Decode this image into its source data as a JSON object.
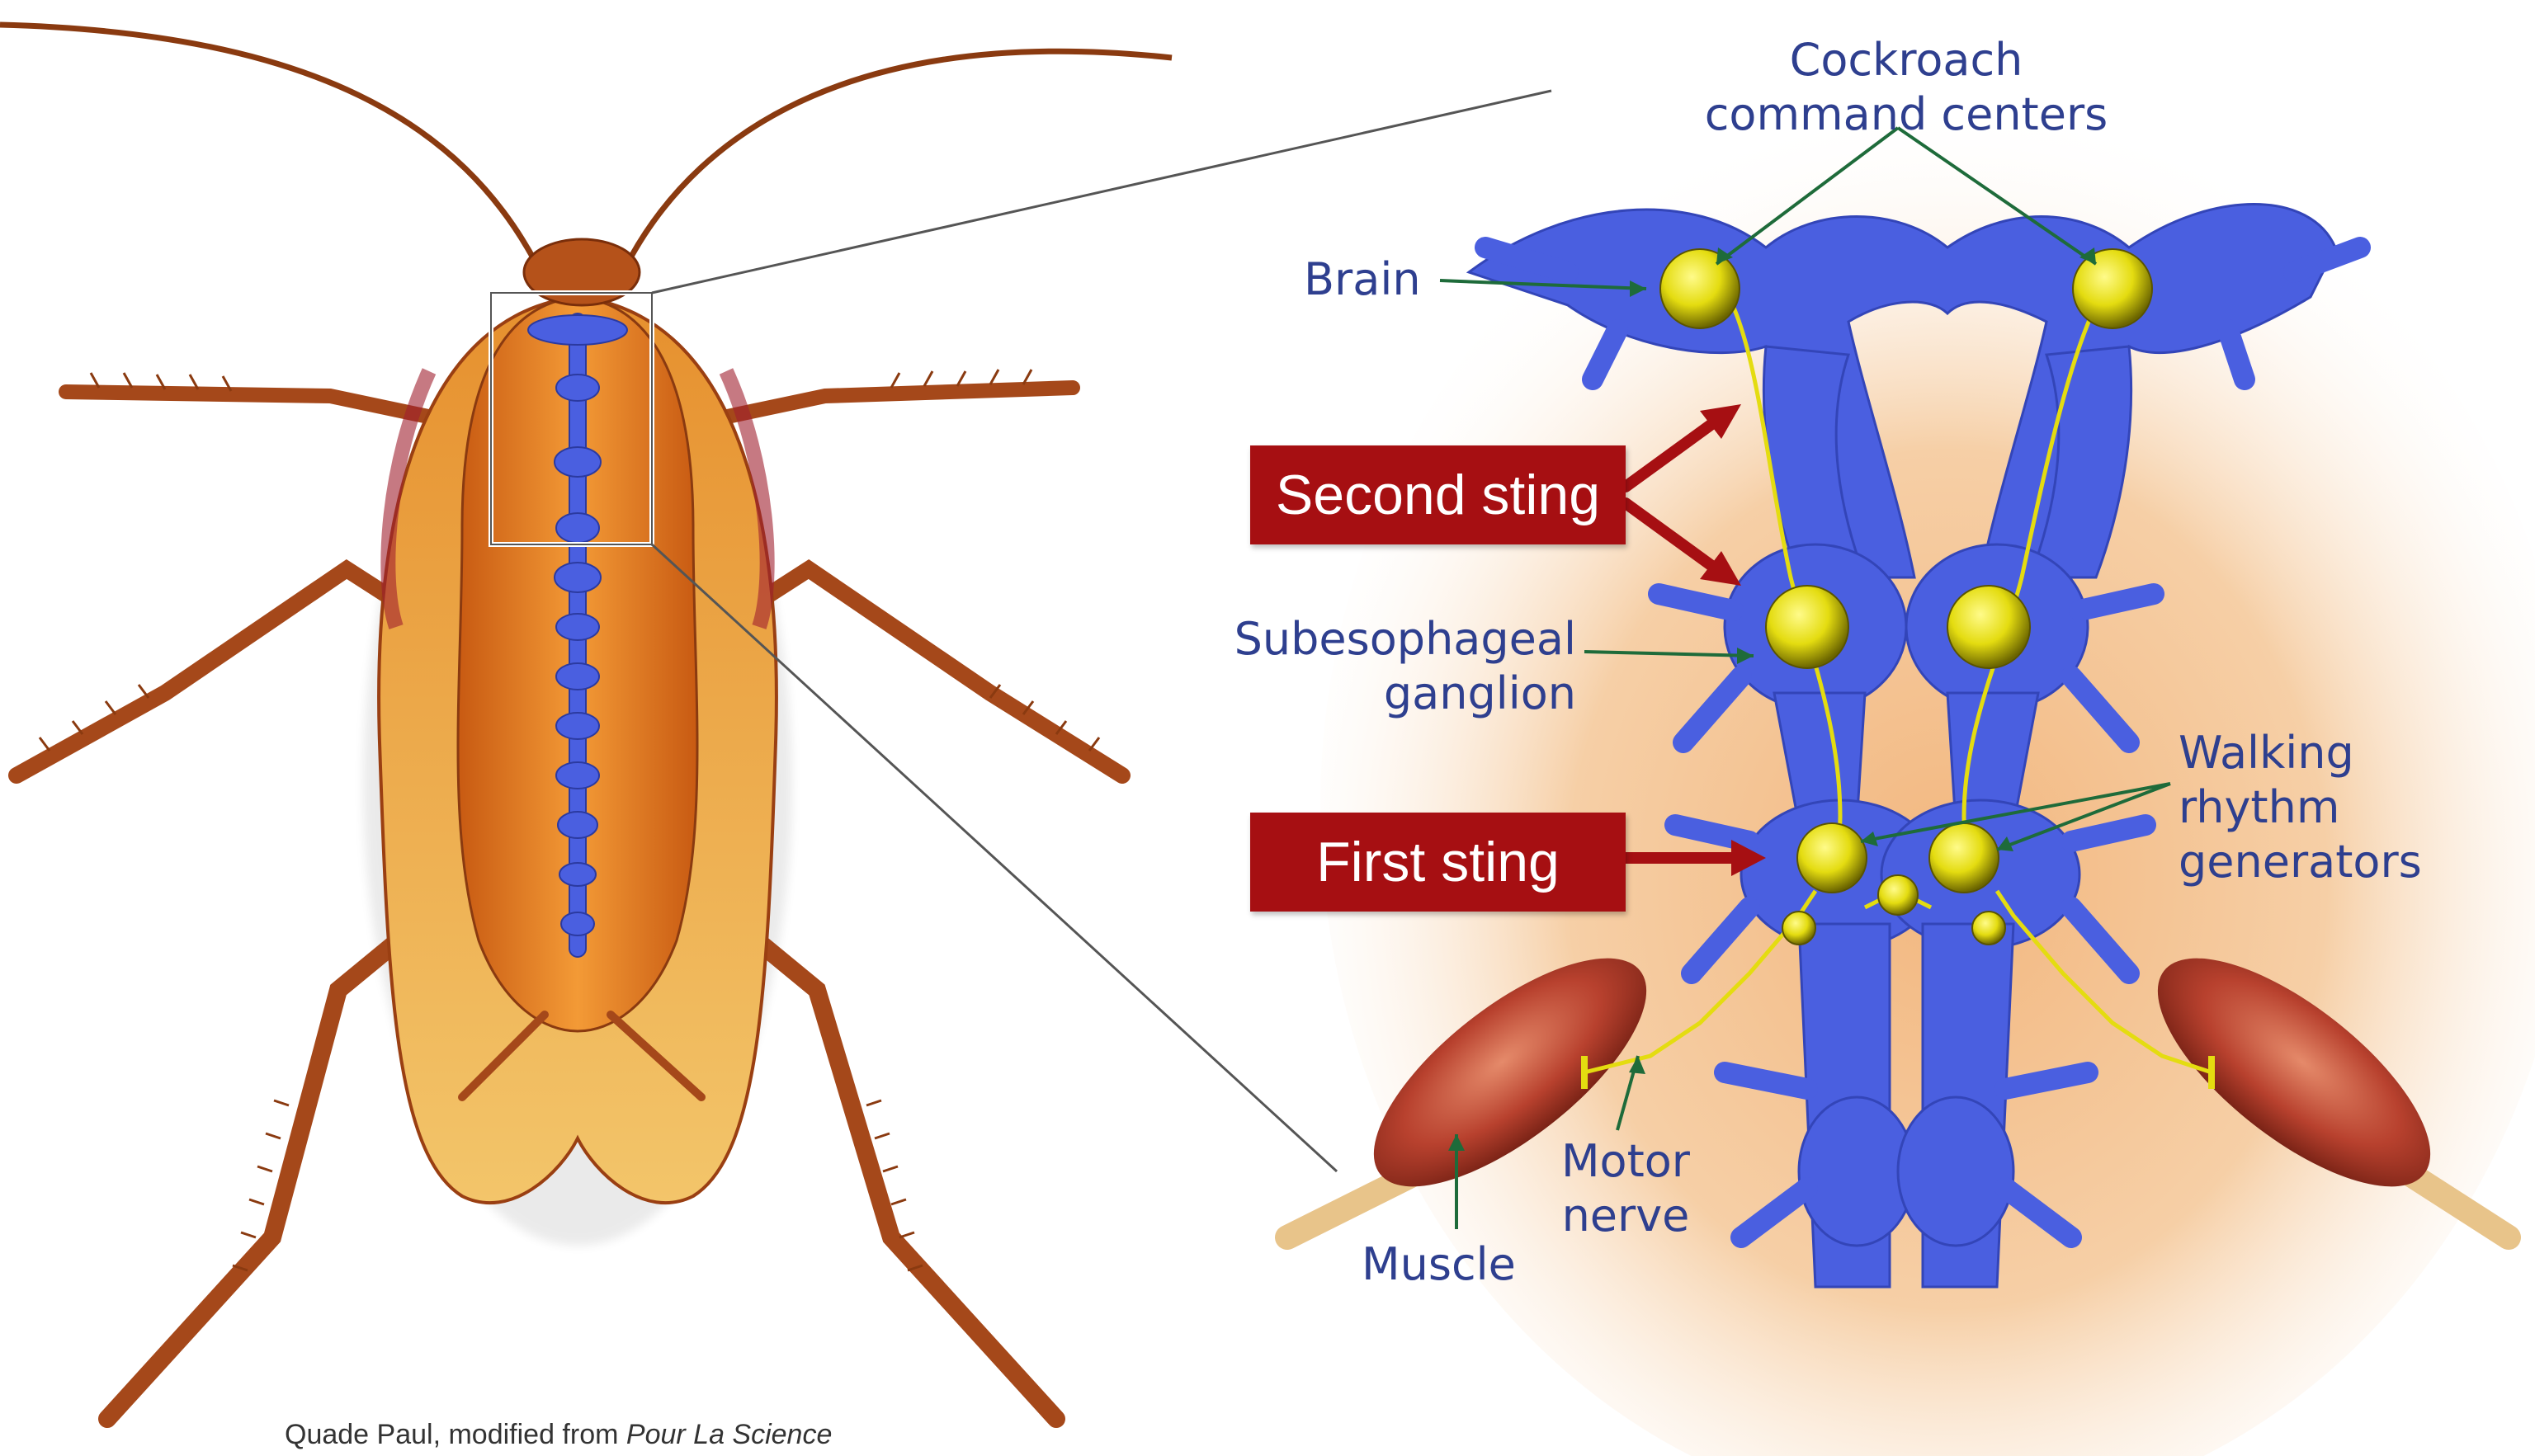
{
  "labels": {
    "cockroach_command_centers_1": "Cockroach",
    "cockroach_command_centers_2": "command centers",
    "brain": "Brain",
    "second_sting": "Second sting",
    "subesophageal_1": "Subesophageal",
    "subesophageal_2": "ganglion",
    "first_sting": "First sting",
    "walking_1": "Walking",
    "walking_2": "rhythm",
    "walking_3": "generators",
    "motor_nerve_1": "Motor",
    "motor_nerve_2": "nerve",
    "muscle": "Muscle"
  },
  "credit": {
    "prefix": "Quade Paul, modified from ",
    "source": "Pour La Science"
  },
  "colors": {
    "nerve_blue": "#4a5fe0",
    "ganglion_yellow": "#e4dc10",
    "sting_red": "#a60f12",
    "label_blue": "#2e3f8f",
    "leader_green": "#1e6b3a",
    "body_orange": "#e07a1e",
    "muscle_red": "#b8412e"
  }
}
